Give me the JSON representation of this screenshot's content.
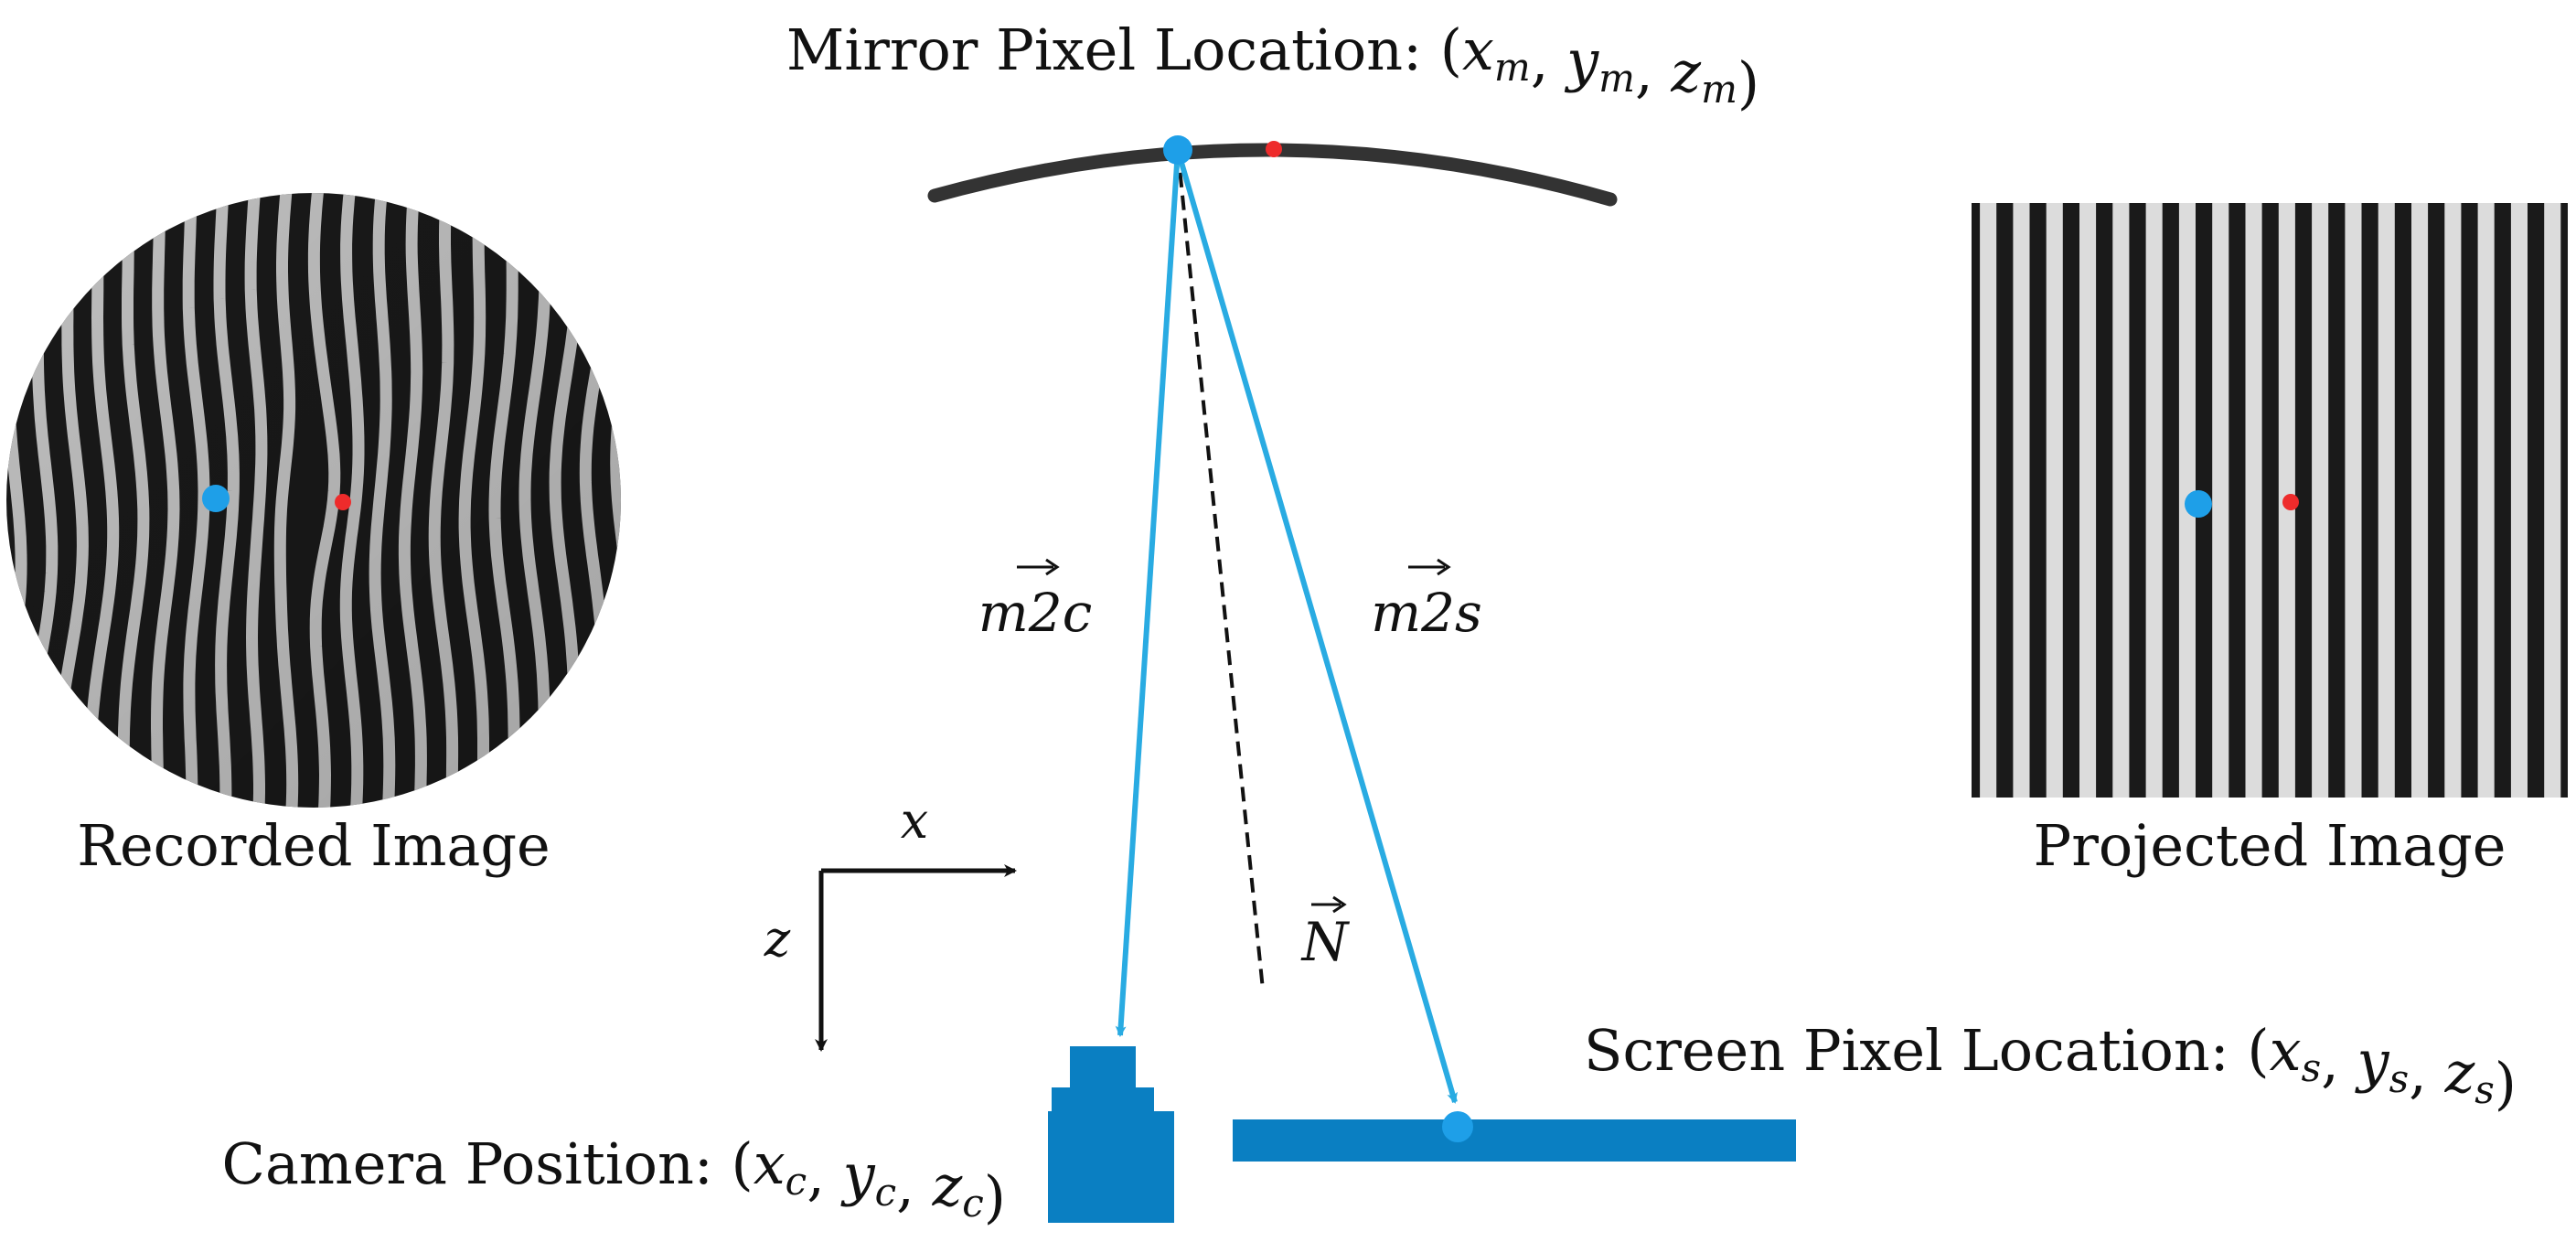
{
  "labels": {
    "mirror": {
      "text": "Mirror Pixel Location: ",
      "math": [
        "(",
        "x",
        "m",
        ", ",
        "y",
        "m",
        ", ",
        "z",
        "m",
        ")"
      ]
    },
    "screen": {
      "text": "Screen Pixel Location: ",
      "math": [
        "(",
        "x",
        "s",
        ", ",
        "y",
        "s",
        ", ",
        "z",
        "s",
        ")"
      ]
    },
    "camera": {
      "text": "Camera Position: ",
      "math": [
        "(",
        "x",
        "c",
        ", ",
        "y",
        "c",
        ", ",
        "z",
        "c",
        ")"
      ]
    },
    "recorded_image": "Recorded Image",
    "projected_image": "Projected Image",
    "m2c": "m2c",
    "m2s": "m2s",
    "normal": "N",
    "axis_x": "x",
    "axis_z": "z"
  },
  "colors": {
    "ray": "#29abe2",
    "device": "#0a7fc2",
    "mirror": "#333333",
    "point_blue": "#1e9fe8",
    "point_red": "#ee2b2b",
    "stripe_dark": "#1a1a1a",
    "stripe_light": "#dcdcdc"
  },
  "icons": {
    "camera": "camera-icon",
    "screen": "screen-bar-icon"
  }
}
